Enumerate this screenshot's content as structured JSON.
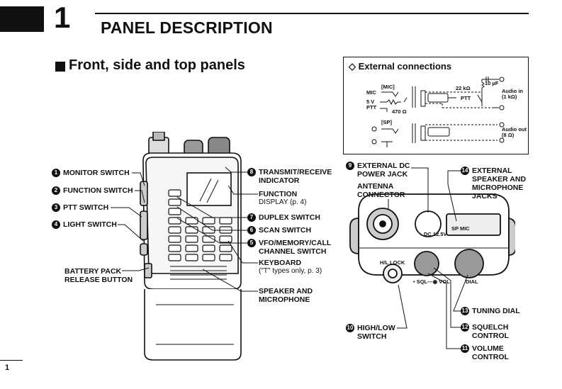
{
  "header": {
    "chapter_number": "1",
    "chapter_title": "PANEL DESCRIPTION"
  },
  "section": {
    "title": "Front, side and top panels"
  },
  "callouts_left": [
    {
      "num": "1",
      "label": "MONITOR SWITCH"
    },
    {
      "num": "2",
      "label": "FUNCTION SWITCH"
    },
    {
      "num": "3",
      "label": "PTT SWITCH"
    },
    {
      "num": "4",
      "label": "LIGHT SWITCH"
    }
  ],
  "battery_label": [
    "BATTERY PACK",
    "RELEASE BUTTON"
  ],
  "callouts_mid": [
    {
      "num": "8",
      "lines": [
        "TRANSMIT/RECEIVE",
        "INDICATOR"
      ]
    },
    {
      "num": "",
      "lines": [
        "FUNCTION",
        "DISPLAY (p. 4)"
      ]
    },
    {
      "num": "7",
      "lines": [
        "DUPLEX SWITCH"
      ]
    },
    {
      "num": "6",
      "lines": [
        "SCAN SWITCH"
      ]
    },
    {
      "num": "5",
      "lines": [
        "VFO/MEMORY/CALL",
        "CHANNEL SWITCH"
      ]
    },
    {
      "num": "",
      "lines": [
        "KEYBOARD",
        "(\"T\" types only,  p. 3)"
      ]
    },
    {
      "num": "",
      "lines": [
        "SPEAKER AND",
        "MICROPHONE"
      ]
    }
  ],
  "callouts_top": [
    {
      "num": "9",
      "lines": [
        "EXTERNAL DC",
        "POWER JACK"
      ]
    },
    {
      "num": "",
      "lines": [
        "ANTENNA",
        "CONNECTOR"
      ]
    },
    {
      "num": "14",
      "lines": [
        "EXTERNAL",
        "SPEAKER AND",
        "MICROPHONE",
        "JACKS"
      ]
    },
    {
      "num": "13",
      "lines": [
        "TUNING DIAL"
      ]
    },
    {
      "num": "12",
      "lines": [
        "SQUELCH",
        "CONTROL"
      ]
    },
    {
      "num": "11",
      "lines": [
        "VOLUME",
        "CONTROL"
      ]
    },
    {
      "num": "10",
      "lines": [
        "HIGH/LOW",
        "SWITCH"
      ]
    }
  ],
  "top_panel_text": {
    "hl_lock": "H/L LOCK",
    "dc": "DC 12.5V",
    "sp_mic": "SP     MIC",
    "sql_vol": "• SQL—◉ VOL",
    "dial": "DIAL"
  },
  "ext_conn": {
    "title": "External connections",
    "mic": "[MIC]",
    "mic_lbl": "MIC",
    "five_v": "5 V",
    "ptt": "PTT",
    "ohm470": "470 Ω",
    "r22k": "22 kΩ",
    "c10u": "10 µF",
    "ptt2": "PTT",
    "audio_in": [
      "Audio in",
      "(1 kΩ)"
    ],
    "sp": "[SP]",
    "audio_out": [
      "Audio out",
      "(8 Ω)"
    ]
  },
  "page": {
    "number": "1"
  }
}
